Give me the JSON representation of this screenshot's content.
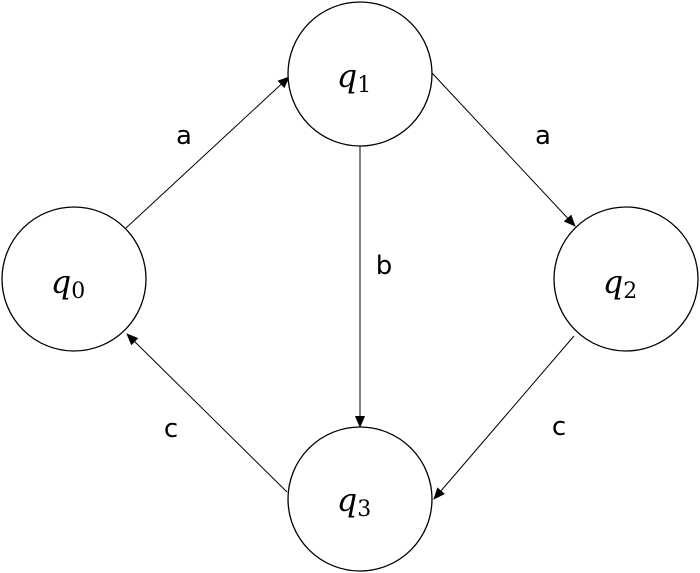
{
  "states": [
    {
      "id": "q0",
      "name": "q",
      "subscript": "0"
    },
    {
      "id": "q1",
      "name": "q",
      "subscript": "1"
    },
    {
      "id": "q2",
      "name": "q",
      "subscript": "2"
    },
    {
      "id": "q3",
      "name": "q",
      "subscript": "3"
    }
  ],
  "transitions": [
    {
      "from": "q0",
      "to": "q1",
      "label": "a"
    },
    {
      "from": "q1",
      "to": "q2",
      "label": "a"
    },
    {
      "from": "q1",
      "to": "q3",
      "label": "b"
    },
    {
      "from": "q2",
      "to": "q3",
      "label": "c"
    },
    {
      "from": "q3",
      "to": "q0",
      "label": "c"
    }
  ],
  "colors": {
    "stroke": "#000000",
    "background": "#ffffff"
  }
}
